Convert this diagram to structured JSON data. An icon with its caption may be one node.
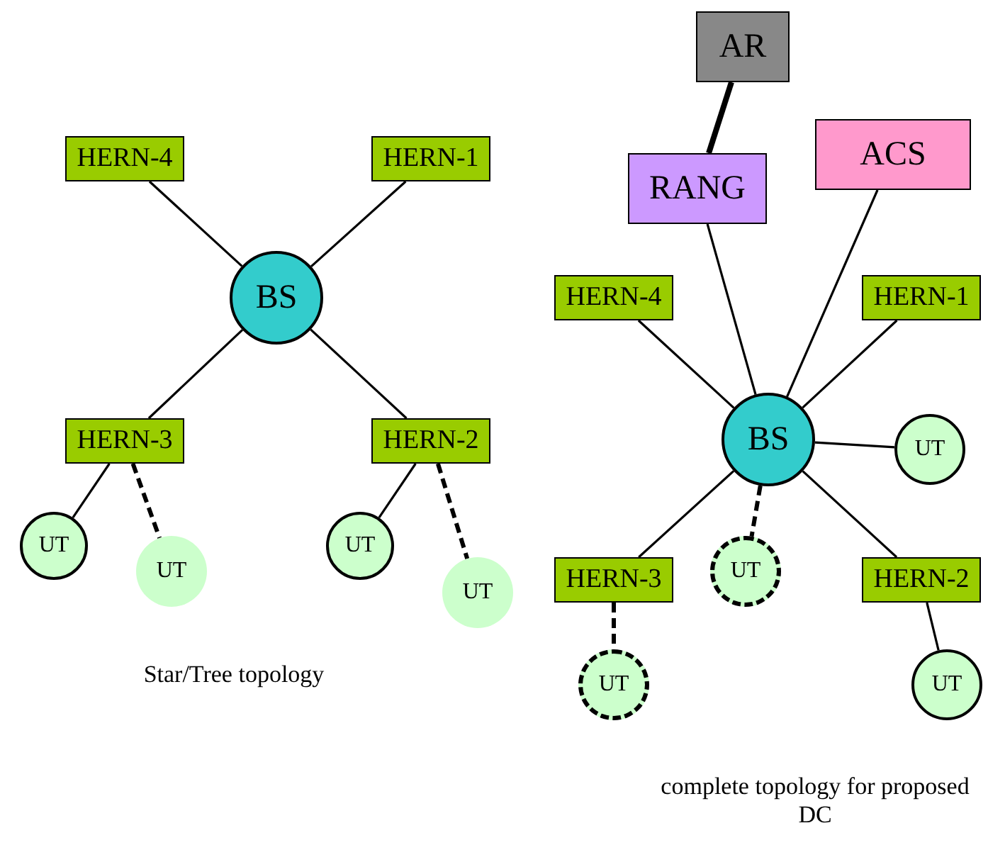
{
  "diagram": {
    "nodes": [
      {
        "text": [
          "HERN-4"
        ]
      },
      {
        "text": [
          "HERN-1"
        ]
      },
      {
        "text": [
          "BS"
        ]
      },
      {
        "text": [
          "HERN-3"
        ]
      },
      {
        "text": [
          "HERN-2"
        ]
      },
      {
        "text": [
          "UT"
        ]
      },
      {
        "text": [
          "UT"
        ]
      },
      {
        "text": [
          "UT"
        ]
      },
      {
        "text": [
          "UT"
        ]
      },
      {
        "text": [
          "AR"
        ]
      },
      {
        "text": [
          "RANG"
        ]
      },
      {
        "text": [
          "ACS"
        ]
      },
      {
        "text": [
          "HERN-4"
        ]
      },
      {
        "text": [
          "HERN-1"
        ]
      },
      {
        "text": [
          "BS"
        ]
      },
      {
        "text": [
          "UT"
        ]
      },
      {
        "text": [
          "HERN-3"
        ]
      },
      {
        "text": [
          "UT"
        ]
      },
      {
        "text": [
          "HERN-2"
        ]
      },
      {
        "text": [
          "UT"
        ]
      },
      {
        "text": [
          "UT"
        ]
      }
    ],
    "edges": [
      {
        "from": 2,
        "to": 0,
        "arrow": "none"
      },
      {
        "from": 2,
        "to": 1,
        "arrow": "none"
      },
      {
        "from": 2,
        "to": 3,
        "arrow": "none"
      },
      {
        "from": 2,
        "to": 4,
        "arrow": "none"
      },
      {
        "from": 3,
        "to": 5,
        "arrow": "none"
      },
      {
        "from": 3,
        "to": 6,
        "arrow": "none",
        "style": "dashed"
      },
      {
        "from": 4,
        "to": 7,
        "arrow": "none"
      },
      {
        "from": 4,
        "to": 8,
        "arrow": "none",
        "style": "dashed"
      },
      {
        "from": 9,
        "to": 10,
        "arrow": "none",
        "style": "thick"
      },
      {
        "from": 10,
        "to": 14,
        "arrow": "none"
      },
      {
        "from": 11,
        "to": 14,
        "arrow": "none"
      },
      {
        "from": 12,
        "to": 14,
        "arrow": "none"
      },
      {
        "from": 13,
        "to": 14,
        "arrow": "none"
      },
      {
        "from": 14,
        "to": 15,
        "arrow": "none"
      },
      {
        "from": 14,
        "to": 16,
        "arrow": "none"
      },
      {
        "from": 14,
        "to": 17,
        "arrow": "none",
        "style": "dashed"
      },
      {
        "from": 14,
        "to": 18,
        "arrow": "none"
      },
      {
        "from": 16,
        "to": 19,
        "arrow": "none",
        "style": "dashed"
      },
      {
        "from": 18,
        "to": 20,
        "arrow": "none"
      }
    ],
    "labels": [
      "Star/Tree topology",
      "complete topology for proposed DC"
    ]
  }
}
